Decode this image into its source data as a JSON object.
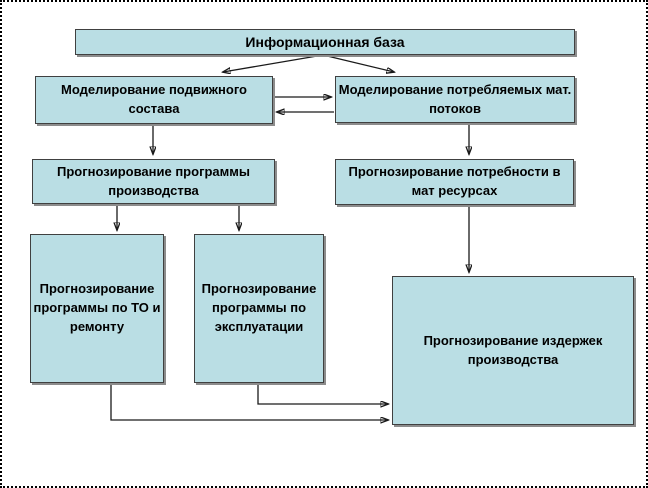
{
  "diagram": {
    "colors": {
      "page_bg": "#ffffff",
      "page_border": "#000000",
      "node_fill": "#badee4",
      "node_border": "#404040",
      "node_shadow": "#8c8c8c",
      "arrow": "#1a1a1a",
      "text": "#000000"
    },
    "nodes": {
      "info_base": {
        "label": "Информационная база"
      },
      "modeling_rolling_stock": {
        "label": "Моделирование подвижного состава"
      },
      "modeling_material_flows": {
        "label": "Моделирование потребляемых мат. потоков"
      },
      "forecast_production_program": {
        "label": "Прогнозирование программы производства"
      },
      "forecast_material_needs": {
        "label": "Прогнозирование потребности в мат ресурсах"
      },
      "forecast_maintenance_program": {
        "label": "Прогнозирование программы по ТО и ремонту"
      },
      "forecast_operation_program": {
        "label": "Прогнозирование программы по эксплуатации"
      },
      "forecast_production_costs": {
        "label": "Прогнозирование издержек производства"
      }
    },
    "edges": [
      {
        "from": "info_base",
        "to": "modeling_rolling_stock",
        "type": "arrow"
      },
      {
        "from": "info_base",
        "to": "modeling_material_flows",
        "type": "arrow"
      },
      {
        "from": "modeling_rolling_stock",
        "to": "modeling_material_flows",
        "type": "arrow",
        "bidirectional": true
      },
      {
        "from": "modeling_rolling_stock",
        "to": "forecast_production_program",
        "type": "arrow"
      },
      {
        "from": "modeling_material_flows",
        "to": "forecast_material_needs",
        "type": "arrow"
      },
      {
        "from": "forecast_production_program",
        "to": "forecast_maintenance_program",
        "type": "arrow"
      },
      {
        "from": "forecast_production_program",
        "to": "forecast_operation_program",
        "type": "arrow"
      },
      {
        "from": "forecast_material_needs",
        "to": "forecast_production_costs",
        "type": "arrow"
      },
      {
        "from": "forecast_maintenance_program",
        "to": "forecast_production_costs",
        "type": "elbow-arrow"
      },
      {
        "from": "forecast_operation_program",
        "to": "forecast_production_costs",
        "type": "elbow-arrow"
      }
    ]
  }
}
